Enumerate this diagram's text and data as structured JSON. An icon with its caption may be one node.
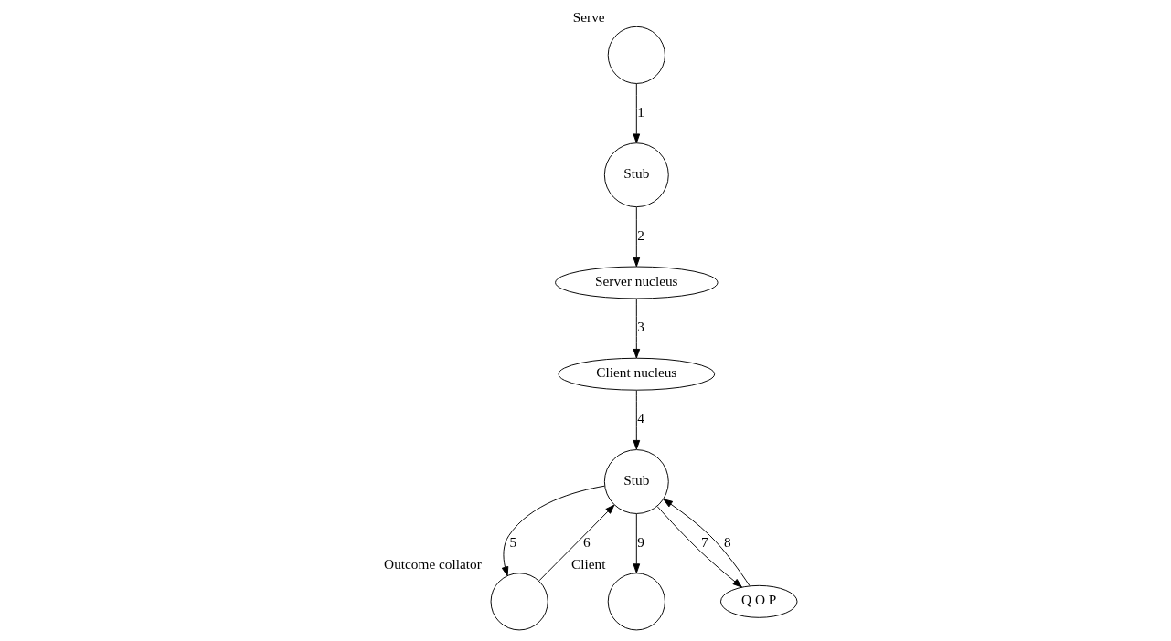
{
  "diagram": {
    "nodes": [
      {
        "text": [],
        "shape": "circle",
        "beside": [
          "Client"
        ]
      },
      {
        "text": [],
        "shape": "circle",
        "beside": [
          "Serve"
        ]
      },
      {
        "text": [],
        "shape": "circle",
        "beside": [
          "Outcome collator"
        ]
      },
      {
        "text": [
          "Stub"
        ]
      },
      {
        "text": [
          "Q O P"
        ]
      },
      {
        "text": [
          "Stub"
        ]
      },
      {
        "text": [
          "Client nucleus"
        ]
      },
      {
        "text": [
          "Server nucleus"
        ]
      }
    ],
    "edges": [
      {
        "from": 1,
        "to": 5,
        "arrow": "to",
        "label": "1"
      },
      {
        "from": 5,
        "to": 7,
        "arrow": "to",
        "label": "2"
      },
      {
        "from": 7,
        "to": 6,
        "arrow": "to",
        "label": "3"
      },
      {
        "from": 6,
        "to": 3,
        "arrow": "to",
        "label": "4"
      },
      {
        "from": 3,
        "to": 2,
        "arrow": "to",
        "label": "5"
      },
      {
        "from": 2,
        "to": 3,
        "arrow": "to",
        "label": "6"
      },
      {
        "from": 3,
        "to": 4,
        "arrow": "to",
        "label": "7"
      },
      {
        "from": 4,
        "to": 3,
        "arrow": "to",
        "label": "8"
      },
      {
        "from": 3,
        "to": 0,
        "arrow": "to",
        "label": "9"
      }
    ]
  }
}
